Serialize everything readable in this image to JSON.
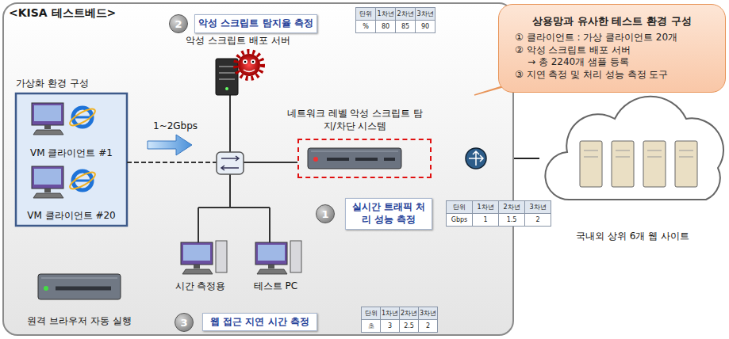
{
  "diagram": {
    "nodes": [
      {
        "text": [
          "<KISA 테스트베드>"
        ]
      },
      {
        "text": [
          "악성 스크립트 탐지율 측정"
        ],
        "in": 0
      },
      {
        "text": [
          "악성 스크립트 배포 서버"
        ],
        "in": 0
      },
      {
        "text": [
          "가상화 환경 구성"
        ],
        "in": 0
      },
      {
        "text": [
          "VM 클라이언트 #1"
        ],
        "in": 3
      },
      {
        "text": [
          "VM 클라이언트 #20"
        ],
        "in": 3
      },
      {
        "text": [
          "네트워크 레벨 악성 스크립트 탐지/차단 시스템"
        ],
        "in": 0
      },
      {
        "text": [
          "실시간 트래픽 처리 성능 측정"
        ],
        "in": 0
      },
      {
        "text": [
          "시간 측정용"
        ],
        "in": 0
      },
      {
        "text": [
          "테스트 PC"
        ],
        "in": 0
      },
      {
        "text": [
          "원격 브라우저 자동 실행"
        ],
        "in": 0
      },
      {
        "text": [
          "웹 접근 지연 시간 측정"
        ],
        "in": 0
      },
      {
        "text": [
          "상용망과 유사한 테스트 환경 구성",
          "① 클라이언트 : 가상 클라이언트 20개",
          "② 악성 스크립트 배포 서버",
          "→ 총 2240개 샘플 등록",
          "③ 지연 측정 및 처리 성능 측정 도구"
        ]
      },
      {
        "text": [
          "국내외 상위 6개 웹 사이트"
        ]
      }
    ],
    "edges": [
      {
        "from": 10,
        "to": 3,
        "arrow": "to"
      },
      {
        "from": 6,
        "to": 13,
        "arrow": "none"
      }
    ],
    "labels": [
      "2",
      "단위",
      "1차년",
      "2차년",
      "3차년",
      "%",
      "80",
      "85",
      "90",
      "1~2Gbps",
      "1",
      "단위",
      "1차년",
      "2차년",
      "3차년",
      "Gbps",
      "1",
      "1.5",
      "2",
      "3",
      "단위",
      "1차년",
      "2차년",
      "3차년",
      "초",
      "3",
      "2.5",
      "2"
    ]
  }
}
